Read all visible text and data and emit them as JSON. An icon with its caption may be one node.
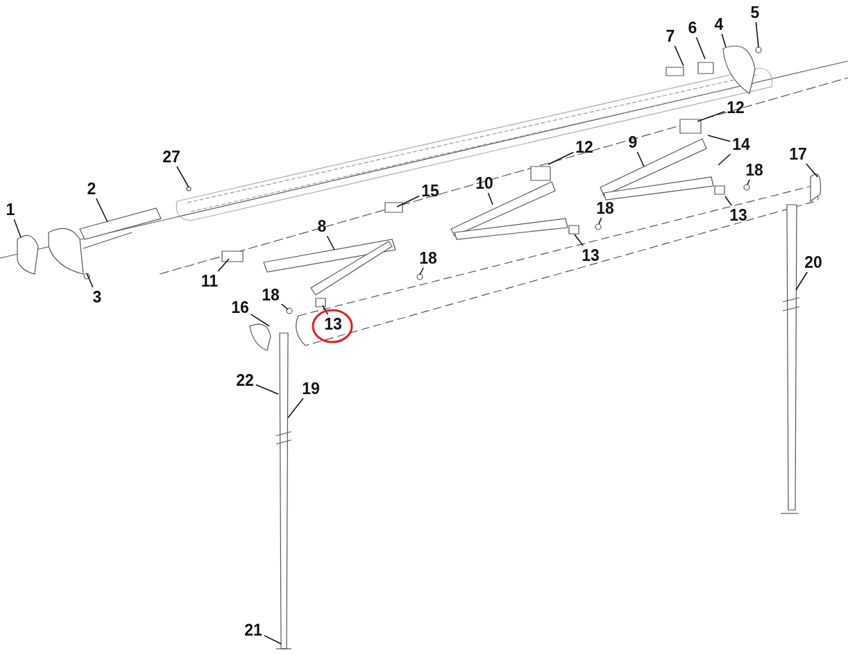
{
  "diagram": {
    "nodes": [
      {
        "text": [
          "5"
        ]
      },
      {
        "text": [
          "4"
        ]
      },
      {
        "text": [
          "6"
        ]
      },
      {
        "text": [
          "7"
        ]
      },
      {
        "text": [
          "12"
        ]
      },
      {
        "text": [
          "27"
        ]
      },
      {
        "text": [
          "9"
        ]
      },
      {
        "text": [
          "14"
        ]
      },
      {
        "text": [
          "12"
        ]
      },
      {
        "text": [
          "17"
        ]
      },
      {
        "text": [
          "18"
        ]
      },
      {
        "text": [
          "2"
        ]
      },
      {
        "text": [
          "15"
        ]
      },
      {
        "text": [
          "10"
        ]
      },
      {
        "text": [
          "1"
        ]
      },
      {
        "text": [
          "13"
        ]
      },
      {
        "text": [
          "18"
        ]
      },
      {
        "text": [
          "8"
        ]
      },
      {
        "text": [
          "13"
        ]
      },
      {
        "text": [
          "18"
        ]
      },
      {
        "text": [
          "20"
        ]
      },
      {
        "text": [
          "11"
        ]
      },
      {
        "text": [
          "3"
        ]
      },
      {
        "text": [
          "18"
        ]
      },
      {
        "text": [
          "16"
        ]
      },
      {
        "text": [
          "13"
        ]
      },
      {
        "text": [
          "22"
        ]
      },
      {
        "text": [
          "19"
        ]
      },
      {
        "text": [
          "21"
        ]
      }
    ],
    "edges": [
      {
        "from": 0,
        "to": null,
        "arrow": "none"
      },
      {
        "from": 1,
        "to": null,
        "arrow": "none"
      },
      {
        "from": 2,
        "to": null,
        "arrow": "none"
      },
      {
        "from": 3,
        "to": null,
        "arrow": "none"
      },
      {
        "from": 4,
        "to": null,
        "arrow": "none"
      },
      {
        "from": 5,
        "to": null,
        "arrow": "none"
      },
      {
        "from": 6,
        "to": null,
        "arrow": "none"
      },
      {
        "from": 7,
        "to": null,
        "arrow": "none"
      },
      {
        "from": 7,
        "to": null,
        "arrow": "none"
      },
      {
        "from": 8,
        "to": null,
        "arrow": "none"
      },
      {
        "from": 9,
        "to": null,
        "arrow": "none"
      },
      {
        "from": 10,
        "to": null,
        "arrow": "none"
      },
      {
        "from": 11,
        "to": null,
        "arrow": "none"
      },
      {
        "from": 12,
        "to": null,
        "arrow": "none"
      },
      {
        "from": 13,
        "to": null,
        "arrow": "none"
      },
      {
        "from": 14,
        "to": null,
        "arrow": "none"
      },
      {
        "from": 15,
        "to": null,
        "arrow": "none"
      },
      {
        "from": 16,
        "to": null,
        "arrow": "none"
      },
      {
        "from": 17,
        "to": null,
        "arrow": "none"
      },
      {
        "from": 18,
        "to": null,
        "arrow": "none"
      },
      {
        "from": 19,
        "to": null,
        "arrow": "none"
      },
      {
        "from": 20,
        "to": null,
        "arrow": "none"
      },
      {
        "from": 21,
        "to": null,
        "arrow": "none"
      },
      {
        "from": 22,
        "to": null,
        "arrow": "none"
      },
      {
        "from": 23,
        "to": null,
        "arrow": "none"
      },
      {
        "from": 24,
        "to": null,
        "arrow": "none"
      },
      {
        "from": 25,
        "to": null,
        "arrow": "none"
      },
      {
        "from": 26,
        "to": null,
        "arrow": "none"
      },
      {
        "from": 27,
        "to": null,
        "arrow": "none"
      },
      {
        "from": 28,
        "to": null,
        "arrow": "none"
      }
    ]
  }
}
